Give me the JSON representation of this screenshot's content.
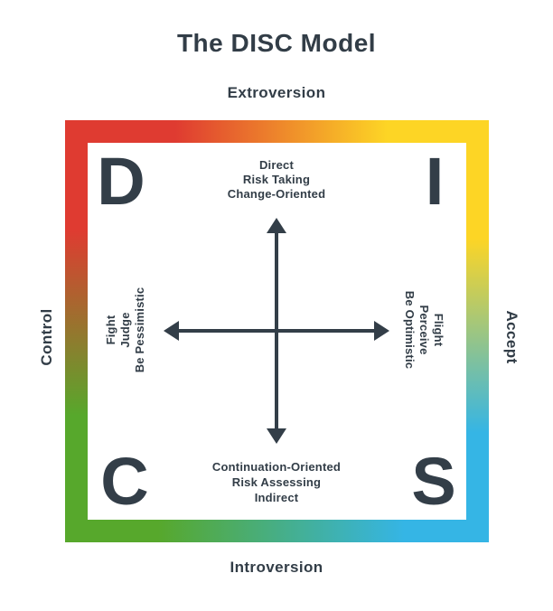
{
  "title": "The DISC Model",
  "axes": {
    "top": "Extroversion",
    "bottom": "Introversion",
    "left": "Control",
    "right": "Accept"
  },
  "letters": {
    "top_left": "D",
    "top_right": "I",
    "bottom_left": "C",
    "bottom_right": "S"
  },
  "quadrants": {
    "top": {
      "lines": [
        "Direct",
        "Risk Taking",
        "Change-Oriented"
      ]
    },
    "bottom": {
      "lines": [
        "Continuation-Oriented",
        "Risk Assessing",
        "Indirect"
      ]
    },
    "left": {
      "lines": [
        "Fight",
        "Judge",
        "Be Pessimistic"
      ]
    },
    "right": {
      "lines": [
        "Flight",
        "Perceive",
        "Be Optimistic"
      ]
    }
  },
  "colors": {
    "text": "#333e48",
    "frame_red": "#df3b31",
    "frame_yellow": "#fdd525",
    "frame_green": "#57a82c",
    "frame_blue": "#35b5e5",
    "background": "#ffffff"
  }
}
